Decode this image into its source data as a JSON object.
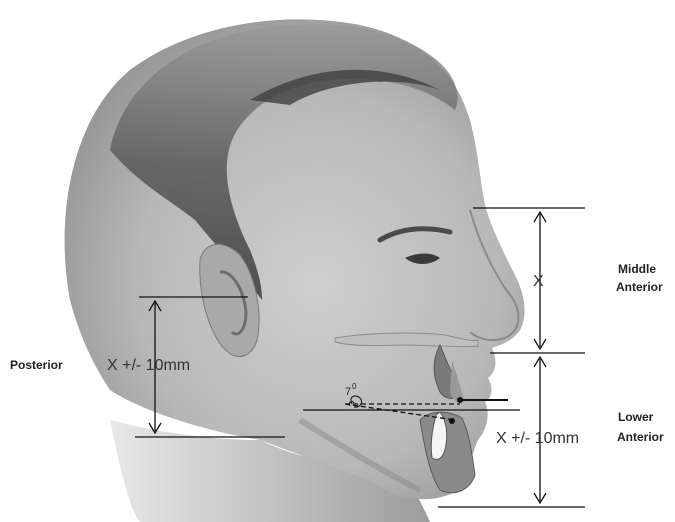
{
  "figure": {
    "labels": {
      "posterior": "Posterior",
      "middle_anterior_line1": "Middle",
      "middle_anterior_line2": "Anterior",
      "lower_anterior_line1": "Lower",
      "lower_anterior_line2": "Anterior",
      "middle_measure": "X",
      "posterior_measure": "X +/- 10mm",
      "lower_measure": "X +/- 10mm",
      "angle": "7",
      "angle_unit": "0"
    },
    "colors": {
      "line": "#111111",
      "skin_light": "#d8d8d8",
      "skin_dark": "#6a6a6a",
      "hair": "#4a4a4a"
    }
  }
}
